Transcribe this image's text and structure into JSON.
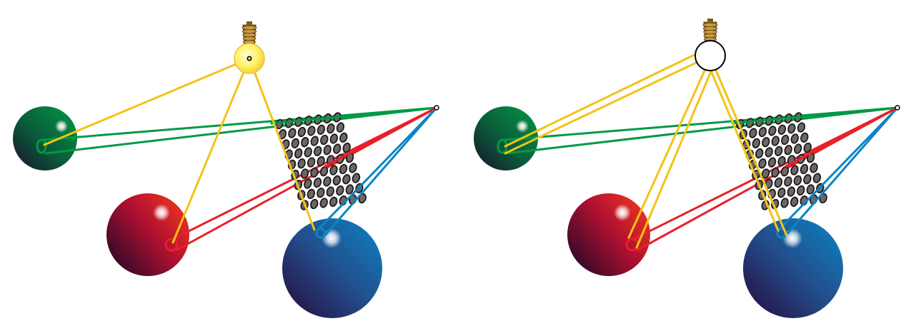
{
  "colors": {
    "green": "#009a44",
    "red": "#e8202a",
    "blue": "#0a84c6",
    "yellow": "#f3c316",
    "bulb_glass": "#fff36b",
    "bulb_base": "#a27a2b",
    "screen_hole": "#6e6666"
  },
  "panels": [
    {
      "id": "left",
      "bulb": "lit",
      "description_icon": "light-bulb-icon"
    },
    {
      "id": "right",
      "bulb": "unlit",
      "description_icon": "light-bulb-icon"
    }
  ],
  "spheres": [
    {
      "name": "green-sphere",
      "color": "green"
    },
    {
      "name": "red-sphere",
      "color": "red"
    },
    {
      "name": "blue-sphere",
      "color": "blue"
    }
  ],
  "screen": {
    "rows": 9,
    "cols": 7
  }
}
